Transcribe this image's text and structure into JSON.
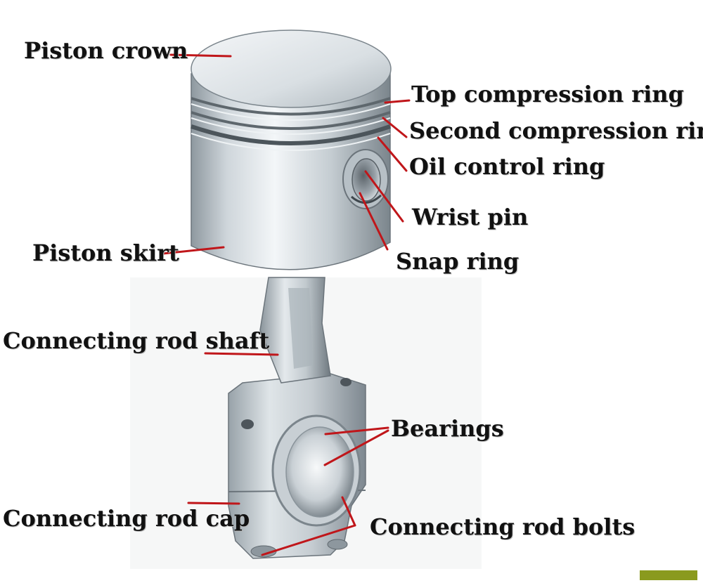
{
  "colors": {
    "leader": "#c0161a",
    "corner_bar": "#8a9a1e",
    "text": "#111111",
    "metal_light": "#e8ecef",
    "metal_mid": "#b9c2c8",
    "metal_dark": "#7d8790"
  },
  "labels": {
    "piston_crown": "Piston crown",
    "top_compression_ring": "Top compression ring",
    "second_compression_ring": "Second compression ring",
    "oil_control_ring": "Oil control ring",
    "wrist_pin": "Wrist pin",
    "snap_ring": "Snap ring",
    "piston_skirt": "Piston skirt",
    "connecting_rod_shaft": "Connecting rod shaft",
    "bearings": "Bearings",
    "connecting_rod_cap": "Connecting rod cap",
    "connecting_rod_bolts": "Connecting rod bolts"
  }
}
